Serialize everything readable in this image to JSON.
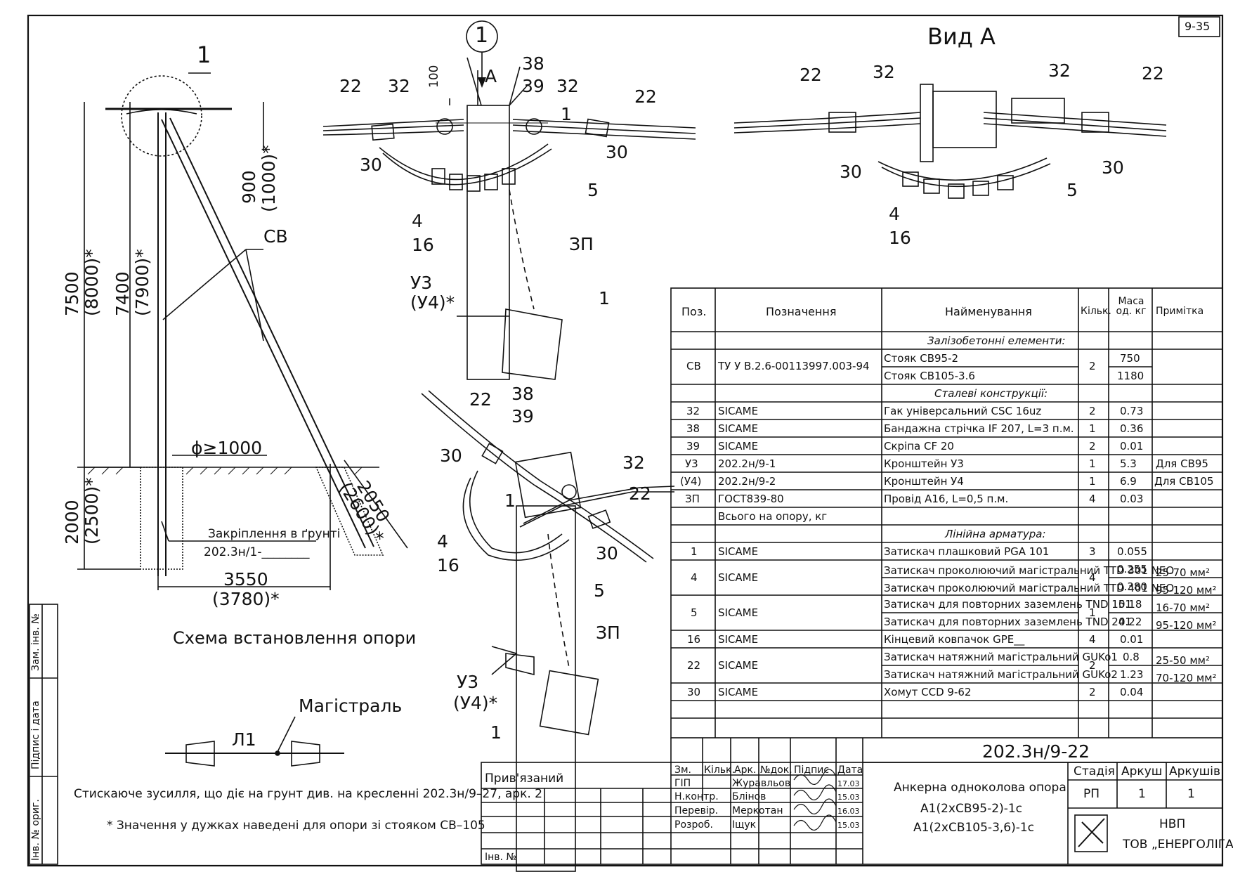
{
  "sheet_code": "9-35",
  "view_a_title": "Вид А",
  "section_callout": "1",
  "view_arrow_label": "A",
  "scheme": {
    "callout": "1",
    "dims": {
      "d900": "900",
      "d1000": "(1000)*",
      "d7500": "7500",
      "d8000": "(8000)*",
      "d7400": "7400",
      "d7900": "(7900)*",
      "cb": "СВ",
      "phi": "ϕ≥1000",
      "d2000": "2000",
      "d2500": "(2500)*",
      "d2050": "2050",
      "d2600": "(2600)*",
      "d3550": "3550",
      "d3780": "(3780)*"
    },
    "anchoring_label": "Закріплення в ґрунті",
    "anchoring_ref": "202.3н/1-________",
    "caption": "Схема встановлення опори"
  },
  "magistral": {
    "title": "Магістраль",
    "line": "Л1"
  },
  "notes": [
    "Стискаюче зусилля, що діє на грунт див. на кресленні 202.3н/9–27, арк. 2",
    "* Значення у дужках наведені для опори зі стояком СВ–105"
  ],
  "top_detail": {
    "labels": [
      "22",
      "32",
      "100",
      "38",
      "39",
      "32",
      "1",
      "22",
      "30",
      "30",
      "5",
      "4",
      "16",
      "ЗП",
      "У3",
      "(У4)*",
      "1"
    ]
  },
  "bottom_detail": {
    "labels": [
      "22",
      "38",
      "39",
      "30",
      "32",
      "22",
      "1",
      "4",
      "16",
      "30",
      "5",
      "ЗП",
      "У3",
      "(У4)*",
      "1"
    ]
  },
  "view_a": {
    "labels": [
      "22",
      "32",
      "32",
      "22",
      "30",
      "30",
      "5",
      "4",
      "16"
    ]
  },
  "spec": {
    "headers": [
      "Поз.",
      "Позначення",
      "Найменування",
      "Кільк.",
      "Маса од. кг",
      "Примітка"
    ],
    "sections": {
      "rc": "Залізобетонні елементи:",
      "steel": "Сталеві конструкції:",
      "line": "Лінійна арматура:"
    },
    "rows": [
      {
        "pos": "СВ",
        "des": "ТУ У В.2.6-00113997.003-94",
        "name": "Стояк СВ95-2",
        "qty": "2",
        "mass": "750",
        "note": ""
      },
      {
        "pos": "",
        "des": "",
        "name": "Стояк СВ105-3.6",
        "qty": "",
        "mass": "1180",
        "note": ""
      },
      {
        "pos": "32",
        "des": "SICAME",
        "name": "Гак універсальний CSC 16uz",
        "qty": "2",
        "mass": "0.73",
        "note": ""
      },
      {
        "pos": "38",
        "des": "SICAME",
        "name": "Бандажна стрічка IF 207, L=3 п.м.",
        "qty": "1",
        "mass": "0.36",
        "note": ""
      },
      {
        "pos": "39",
        "des": "SICAME",
        "name": "Скріпа CF 20",
        "qty": "2",
        "mass": "0.01",
        "note": ""
      },
      {
        "pos": "У3",
        "des": "202.2н/9-1",
        "name": "Кронштейн У3",
        "qty": "1",
        "mass": "5.3",
        "note": "Для СВ95"
      },
      {
        "pos": "(У4)",
        "des": "202.2н/9-2",
        "name": "Кронштейн У4",
        "qty": "1",
        "mass": "6.9",
        "note": "Для СВ105"
      },
      {
        "pos": "ЗП",
        "des": "ГОСТ839-80",
        "name": "Провід А16, L=0,5 п.м.",
        "qty": "4",
        "mass": "0.03",
        "note": ""
      },
      {
        "pos": "",
        "des": "Всього на опору, кг",
        "name": "",
        "qty": "",
        "mass": "",
        "note": ""
      },
      {
        "pos": "1",
        "des": "SICAME",
        "name": "Затискач плашковий PGA 101",
        "qty": "3",
        "mass": "0.055",
        "note": ""
      },
      {
        "pos": "4",
        "des": "SICAME",
        "name": "Затискач проколюючий магістральний TTD 301 NEO",
        "qty": "4",
        "mass": "0.255",
        "note": "25-70 мм²"
      },
      {
        "pos": "",
        "des": "",
        "name": "Затискач проколюючий магістральний TTD 401 NEO",
        "qty": "",
        "mass": "0.380",
        "note": "95-120 мм²"
      },
      {
        "pos": "5",
        "des": "SICAME",
        "name": "Затискач для повторних заземлень TND 151",
        "qty": "1",
        "mass": "0.18",
        "note": "16-70 мм²"
      },
      {
        "pos": "",
        "des": "",
        "name": "Затискач для повторних заземлень TND 241",
        "qty": "",
        "mass": "0.22",
        "note": "95-120 мм²"
      },
      {
        "pos": "16",
        "des": "SICAME",
        "name": "Кінцевий ковпачок GPE__",
        "qty": "4",
        "mass": "0.01",
        "note": ""
      },
      {
        "pos": "22",
        "des": "SICAME",
        "name": "Затискач натяжний магістральний GUKo1",
        "qty": "2",
        "mass": "0.8",
        "note": "25-50 мм²"
      },
      {
        "pos": "",
        "des": "",
        "name": "Затискач натяжний магістральний GUKo2",
        "qty": "",
        "mass": "1.23",
        "note": "70-120 мм²"
      },
      {
        "pos": "30",
        "des": "SICAME",
        "name": "Хомут CCD 9-62",
        "qty": "2",
        "mass": "0.04",
        "note": ""
      }
    ]
  },
  "title_block": {
    "code": "202.3н/9-22",
    "bound": "Прив'язаний",
    "inv": "Інв. №",
    "cols": [
      "Зм.",
      "Кільк.",
      "Арк.",
      "№док.",
      "Підпис",
      "Дата"
    ],
    "people": [
      {
        "role": "ГІП",
        "name": "Журавльов",
        "date": "17.03"
      },
      {
        "role": "Н.контр.",
        "name": "Блінов",
        "date": "15.03"
      },
      {
        "role": "Перевір.",
        "name": "Меркотан",
        "date": "16.03"
      },
      {
        "role": "Розроб.",
        "name": "Іщук",
        "date": "15.03"
      }
    ],
    "description": [
      "Анкерна одноколова опора",
      "А1(2хСВ95-2)-1с",
      "А1(2хСВ105-3,6)-1с"
    ],
    "stage_h": "Стадія",
    "sheet_h": "Аркуш",
    "sheets_h": "Аркушів",
    "stage": "РП",
    "sheet": "1",
    "sheets": "1",
    "org1": "НВП",
    "org2": "ТОВ „ЕНЕРГОЛІГА\""
  },
  "side_stamps": [
    "Зам. інв. №",
    "Підпис і дата",
    "Інв. № ориг."
  ]
}
